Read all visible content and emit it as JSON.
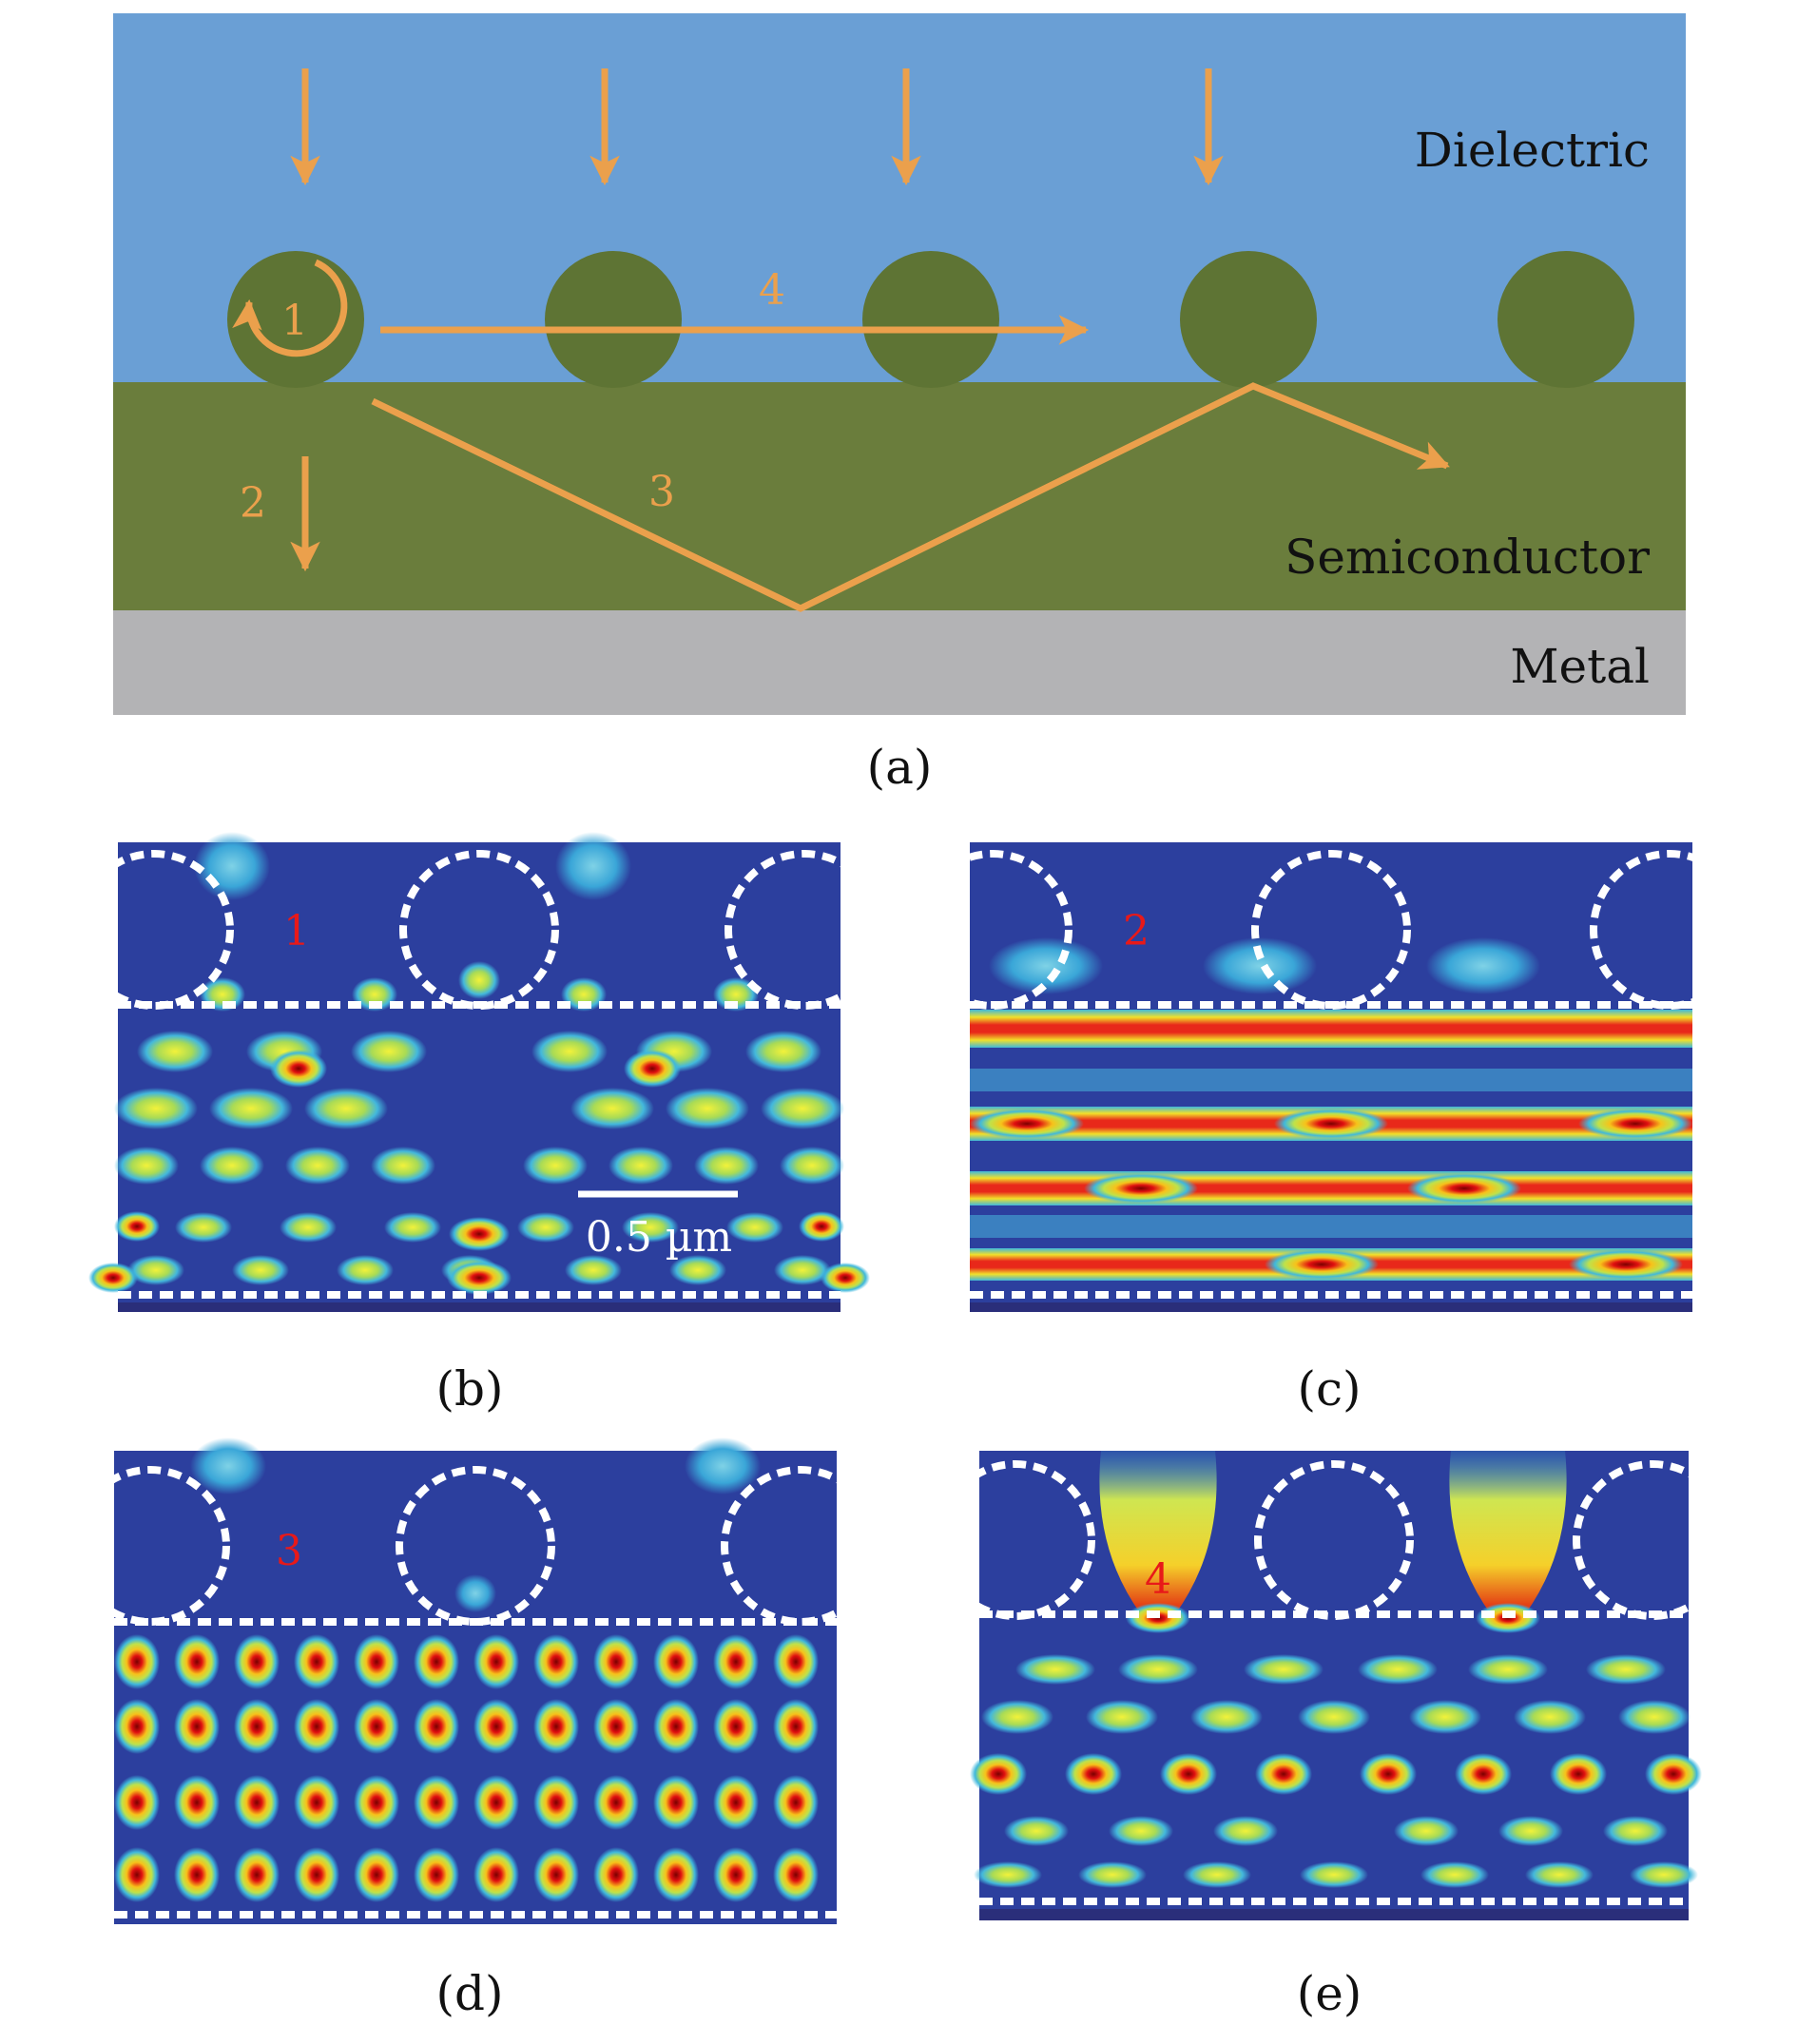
{
  "colors": {
    "dielectric": "#6a9fd5",
    "semiconductor": "#6a7d3c",
    "sphere": "#5e7434",
    "metal": "#b3b3b5",
    "arrow": "#eba04c",
    "field_bg": "#2c3f9e",
    "mode_label": "#e81919"
  },
  "panel_a": {
    "layers": {
      "dielectric": "Dielectric",
      "semiconductor": "Semiconductor",
      "metal": "Metal"
    },
    "path_labels": [
      "1",
      "2",
      "3",
      "4"
    ],
    "caption": "(a)"
  },
  "field_panels": [
    {
      "id": "b",
      "caption": "(b)",
      "mode": "1",
      "pattern": "branched-lobes"
    },
    {
      "id": "c",
      "caption": "(c)",
      "mode": "2",
      "pattern": "horizontal-bands"
    },
    {
      "id": "d",
      "caption": "(d)",
      "mode": "3",
      "pattern": "dot-grid"
    },
    {
      "id": "e",
      "caption": "(e)",
      "mode": "4",
      "pattern": "surface-plumes"
    }
  ],
  "scale_bar": {
    "label": "0.5 µm"
  }
}
